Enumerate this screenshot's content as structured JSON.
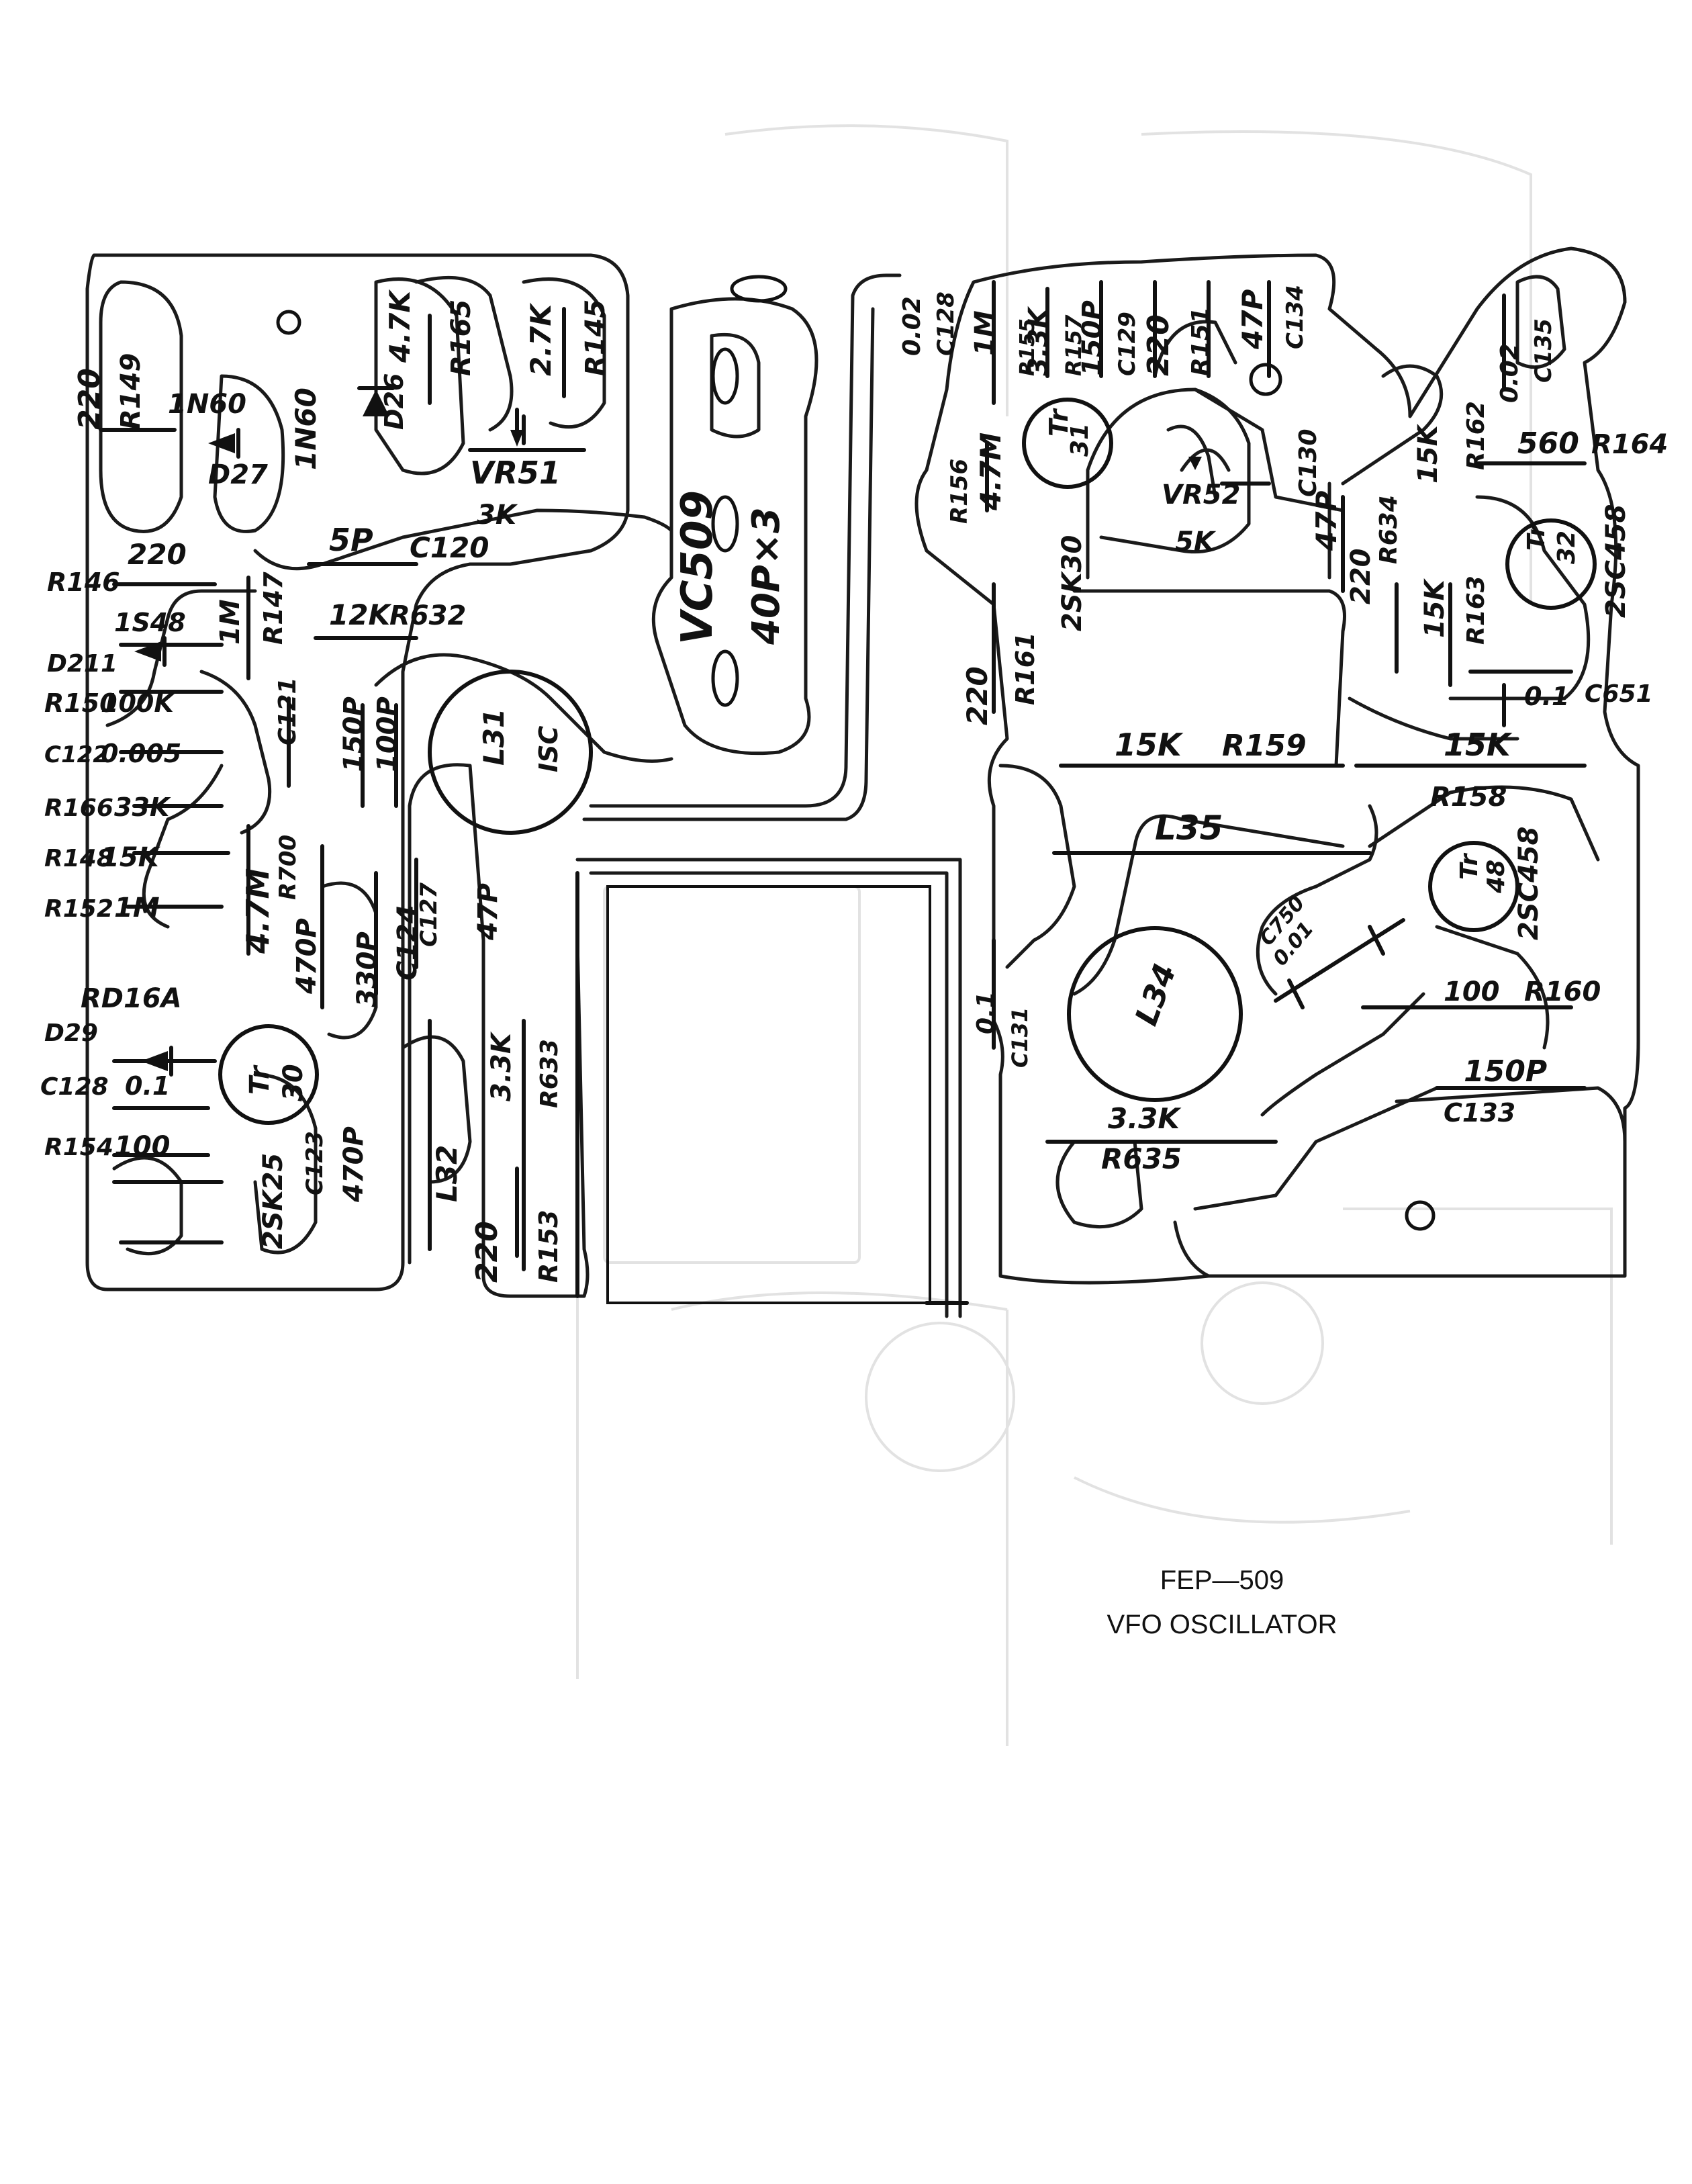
{
  "caption": {
    "line1": "FEP—509",
    "line2": "VFO OSCILLATOR"
  },
  "left_board": {
    "labels": [
      "220",
      "R149",
      "1N60",
      "D27",
      "1N60",
      "D26",
      "4.7K",
      "R165",
      "2.7K",
      "R145",
      "VR51",
      "3K",
      "R146",
      "220",
      "1S48",
      "D211",
      "R150",
      "100K",
      "C122",
      "0.005",
      "R166",
      "33K",
      "R148",
      "15K",
      "R152",
      "1M",
      "RD16A",
      "D29",
      "C128",
      "0.1",
      "R154",
      "100",
      "1M",
      "R147",
      "5P",
      "C120",
      "12K",
      "R632",
      "C121",
      "150P",
      "100P",
      "L31",
      "ISC",
      "4.7M",
      "R700",
      "470P",
      "330P",
      "C124",
      "C127",
      "47P",
      "Tr",
      "30",
      "2SK25",
      "C123",
      "470P",
      "L32",
      "3.3K",
      "R633",
      "220",
      "R153"
    ]
  },
  "center": {
    "labels": [
      "VC509",
      "40P×3"
    ]
  },
  "right_board": {
    "labels": [
      "0.02",
      "C128",
      "1M",
      "R155",
      "3.3K",
      "R157",
      "150P",
      "C129",
      "220",
      "R151",
      "47P",
      "C134",
      "0.02",
      "C135",
      "R156",
      "4.7M",
      "Tr",
      "31",
      "2SK30",
      "VR52",
      "5K",
      "47P",
      "C130",
      "220",
      "R634",
      "15K",
      "R162",
      "560",
      "R164",
      "Tr",
      "32",
      "2SC458",
      "15K",
      "R163",
      "0.1",
      "C651",
      "220",
      "R161",
      "15K",
      "R159",
      "15K",
      "R158",
      "L35",
      "Tr",
      "48",
      "2SC458",
      "C750",
      "0.01",
      "0.1",
      "C131",
      "L34",
      "100",
      "R160",
      "150P",
      "C133",
      "3.3K",
      "R635"
    ]
  }
}
